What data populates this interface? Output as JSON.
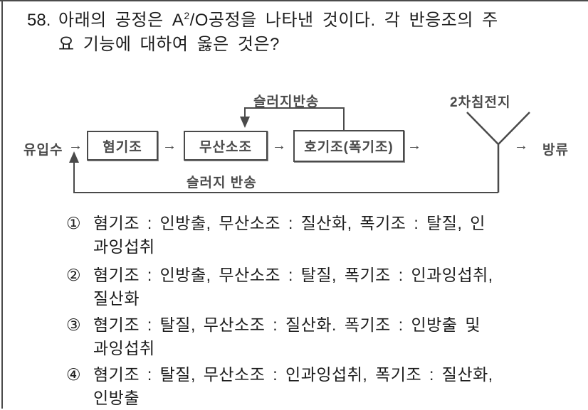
{
  "colors": {
    "background": "#ffffff",
    "text": "#1c1c1c",
    "diagram_gray": "#4a4a4a",
    "border_gray": "#4b4b4b"
  },
  "question": {
    "number": "58.",
    "line1_before_sup": "아래의 공정은 A",
    "line1_sup": "2",
    "line1_after_sup": "/O공정을 나타낸 것이다. 각 반응조의 주",
    "line2": "요 기능에 대하여 옳은 것은?"
  },
  "diagram": {
    "influent_label": "유입수",
    "tank_anaerobic": "혐기조",
    "tank_anoxic": "무산소조",
    "tank_aerobic": "호기조(폭기조)",
    "internal_recycle_label": "슬러지반송",
    "clarifier_label": "2차침전지",
    "effluent_label": "방류",
    "sludge_return_label": "슬러지 반송",
    "flow_arrow": "→"
  },
  "options": [
    {
      "num": "①",
      "line1": "혐기조 : 인방출, 무산소조 : 질산화, 폭기조 : 탈질, 인",
      "line2": "과잉섭취"
    },
    {
      "num": "②",
      "line1": "혐기조 : 인방출, 무산소조 : 탈질, 폭기조 : 인과잉섭취,",
      "line2": "질산화"
    },
    {
      "num": "③",
      "line1": "혐기조 : 탈질, 무산소조 : 질산화. 폭기조 : 인방출 및",
      "line2": "과잉섭취"
    },
    {
      "num": "④",
      "line1": "혐기조 : 탈질, 무산소조 : 인과잉섭취, 폭기조 : 질산화,",
      "line2": "인방출"
    }
  ]
}
